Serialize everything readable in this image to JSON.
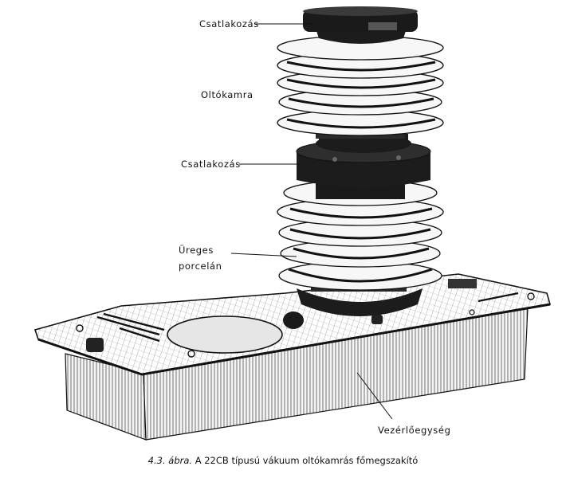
{
  "figure": {
    "labels": {
      "top_connector": "Csatlakozás",
      "chamber": "Oltókamra",
      "mid_connector": "Csatlakozás",
      "porcelain_line1": "Üreges",
      "porcelain_line2": "porcelán",
      "control_unit": "Vezérlőegység"
    }
  },
  "caption": {
    "number": "4.3. ábra.",
    "text": "A 22CB típusú vákuum oltókamrás főmegszakító"
  },
  "colors": {
    "ink": "#111111",
    "paper": "#ffffff",
    "shadow": "#1c1c1c"
  }
}
